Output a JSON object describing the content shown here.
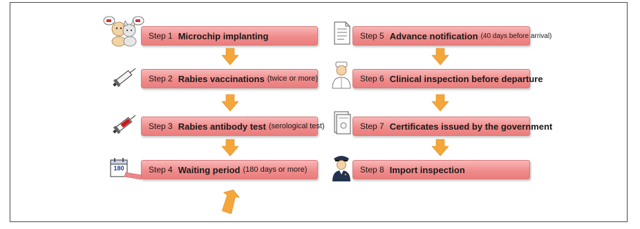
{
  "steps": [
    {
      "number": "Step 1",
      "title": "Microchip implanting",
      "note": ""
    },
    {
      "number": "Step 2",
      "title": "Rabies vaccinations",
      "note": "(twice or more)"
    },
    {
      "number": "Step 3",
      "title": "Rabies antibody test",
      "note": "(serological test)"
    },
    {
      "number": "Step 4",
      "title": "Waiting period",
      "note": "(180 days or more)"
    },
    {
      "number": "Step 5",
      "title": "Advance notification",
      "note": "(40 days before arrival)"
    },
    {
      "number": "Step 6",
      "title": "Clinical inspection before departure",
      "note": ""
    },
    {
      "number": "Step 7",
      "title": "Certificates issued by the government",
      "note": ""
    },
    {
      "number": "Step 8",
      "title": "Import inspection",
      "note": ""
    }
  ],
  "icons": {
    "step1": "pet-dog-cat-icon",
    "step2": "syringe-icon",
    "step3": "blood-syringe-icon",
    "step4": "calendar-icon",
    "step4_calendar_text": "180",
    "step5": "document-icon",
    "step6": "veterinarian-icon",
    "step7": "certificate-icon",
    "step8": "officer-icon"
  },
  "colors": {
    "step_box": "#f08c8c",
    "step_border": "#d77a7a",
    "arrow": "#f5a63a"
  }
}
